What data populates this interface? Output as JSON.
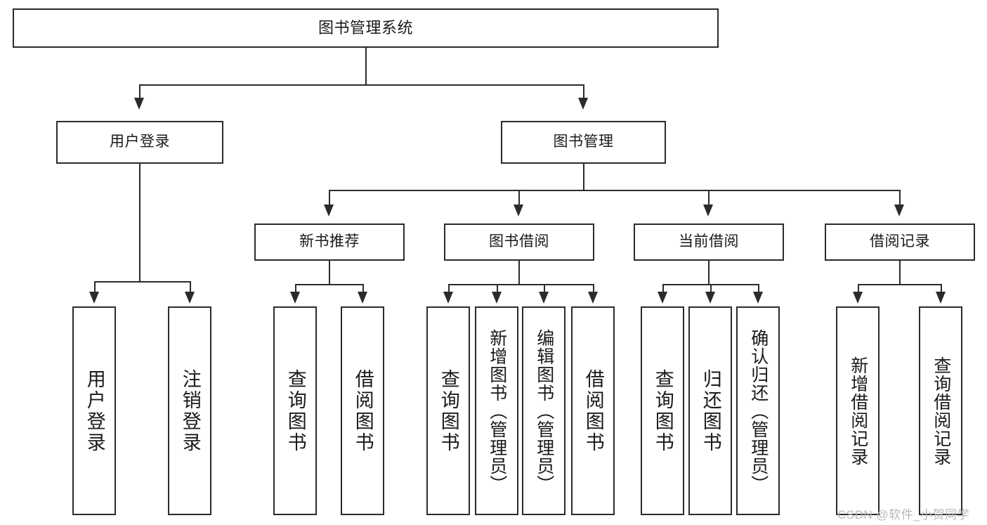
{
  "diagram": {
    "title": "图书管理系统",
    "type": "tree",
    "accent_color": "#2b2b2b",
    "background_color": "#ffffff"
  },
  "root": {
    "label": "图书管理系统"
  },
  "level1": [
    {
      "label": "用户登录"
    },
    {
      "label": "图书管理"
    }
  ],
  "level2": [
    {
      "label": "新书推荐"
    },
    {
      "label": "图书借阅"
    },
    {
      "label": "当前借阅"
    },
    {
      "label": "借阅记录"
    }
  ],
  "leaves": {
    "user_login": [
      {
        "label": "用户登录"
      },
      {
        "label": "注销登录"
      }
    ],
    "new_book_recommend": [
      {
        "label": "查询图书"
      },
      {
        "label": "借阅图书"
      }
    ],
    "book_borrow": [
      {
        "label": "查询图书"
      },
      {
        "label": "新增图书（管理员）"
      },
      {
        "label": "编辑图书（管理员）"
      },
      {
        "label": "借阅图书"
      }
    ],
    "current_borrow": [
      {
        "label": "查询图书"
      },
      {
        "label": "归还图书"
      },
      {
        "label": "确认归还（管理员）"
      }
    ],
    "borrow_record": [
      {
        "label": "新增借阅记录"
      },
      {
        "label": "查询借阅记录"
      }
    ]
  },
  "watermark": {
    "text": "CSDN @软件_小贺同学"
  }
}
